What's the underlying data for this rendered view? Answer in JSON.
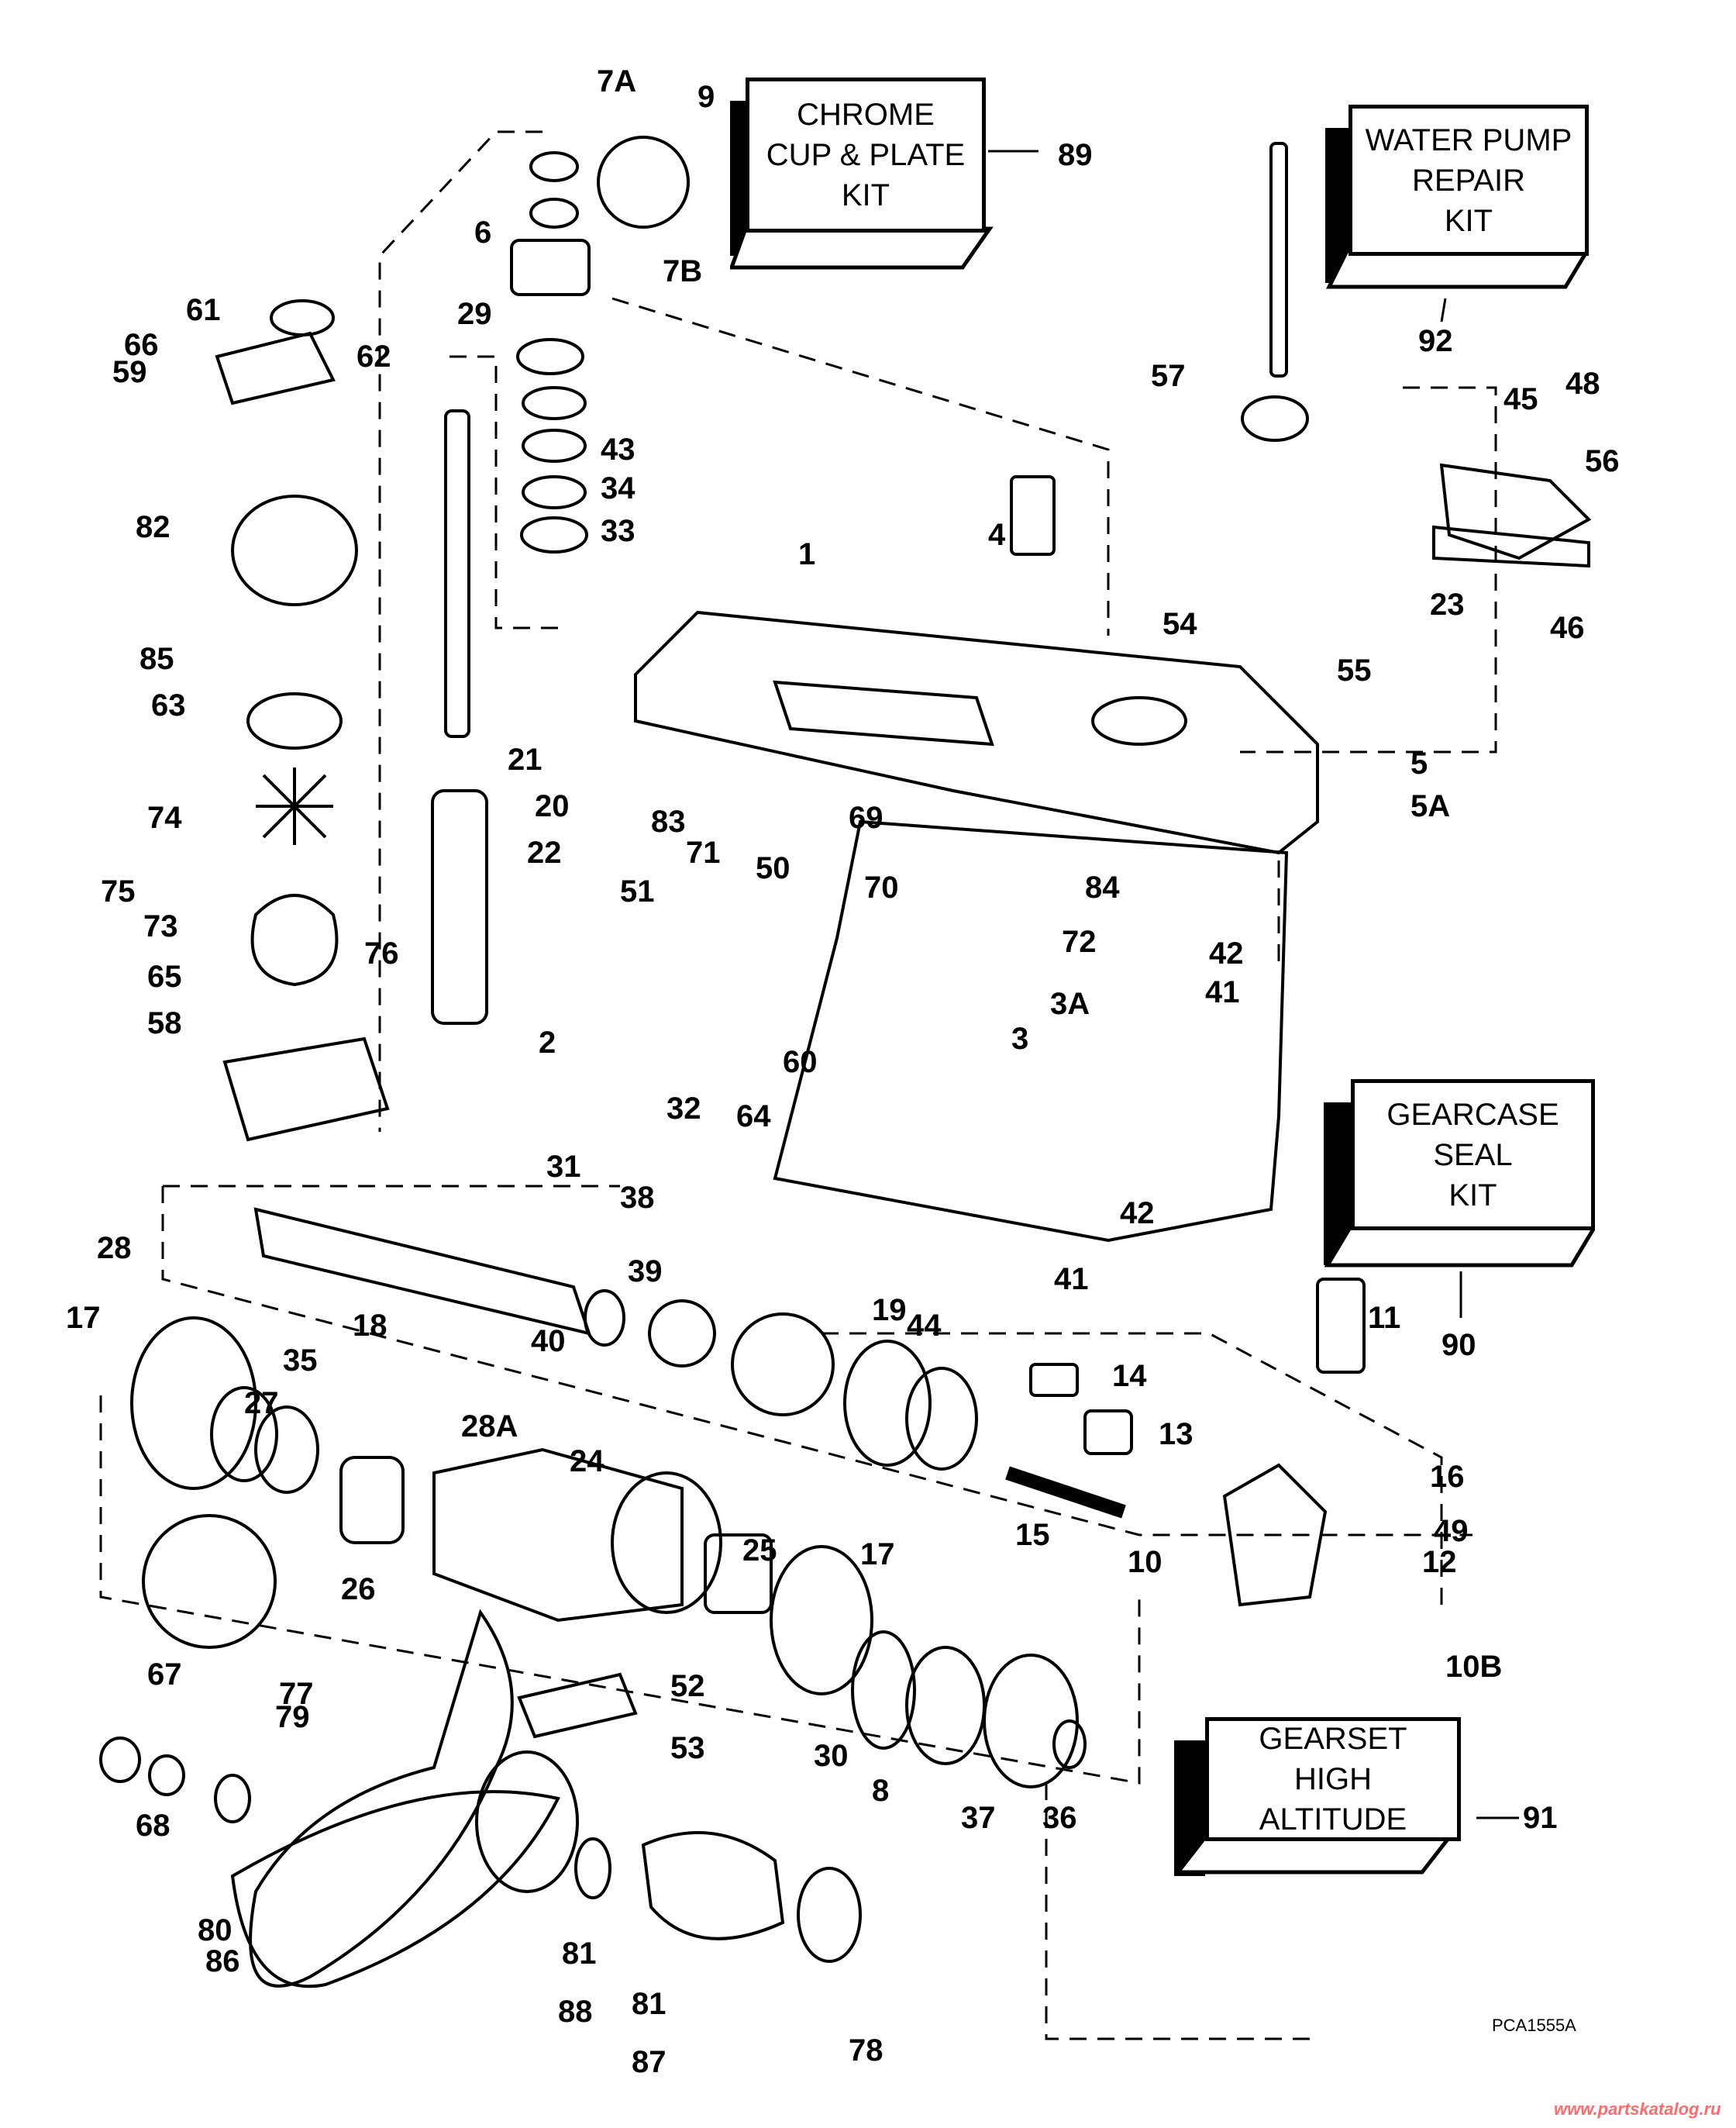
{
  "figure_code": "PCA1555A",
  "watermark": "www.partskatalog.ru",
  "kits": [
    {
      "ref": "89",
      "lines": [
        "CHROME",
        "CUP & PLATE",
        "KIT"
      ]
    },
    {
      "ref": "92",
      "lines": [
        "WATER PUMP",
        "REPAIR",
        "KIT"
      ]
    },
    {
      "ref": "90",
      "lines": [
        "GEARCASE",
        "SEAL",
        "KIT"
      ]
    },
    {
      "ref": "91",
      "lines": [
        "GEARSET",
        "HIGH",
        "ALTITUDE"
      ]
    }
  ],
  "callouts": [
    "1",
    "2",
    "3",
    "3A",
    "4",
    "5",
    "5A",
    "6",
    "7A",
    "7B",
    "8",
    "9",
    "10",
    "10B",
    "11",
    "12",
    "13",
    "14",
    "15",
    "16",
    "17",
    "17",
    "18",
    "19",
    "20",
    "21",
    "22",
    "23",
    "24",
    "25",
    "26",
    "27",
    "28",
    "28A",
    "29",
    "30",
    "31",
    "32",
    "33",
    "34",
    "35",
    "36",
    "37",
    "38",
    "39",
    "40",
    "41",
    "41",
    "42",
    "42",
    "43",
    "44",
    "45",
    "46",
    "48",
    "49",
    "50",
    "51",
    "52",
    "53",
    "54",
    "55",
    "56",
    "57",
    "58",
    "59",
    "60",
    "61",
    "62",
    "63",
    "64",
    "65",
    "66",
    "67",
    "68",
    "69",
    "70",
    "71",
    "72",
    "73",
    "74",
    "75",
    "76",
    "77",
    "78",
    "79",
    "80",
    "81",
    "81",
    "82",
    "83",
    "84",
    "85",
    "86",
    "87",
    "88"
  ]
}
